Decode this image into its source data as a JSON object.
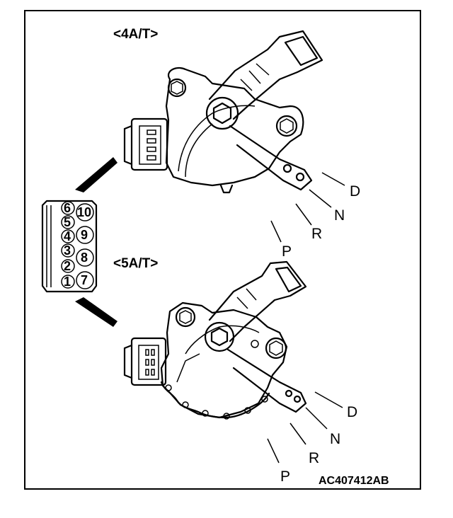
{
  "diagram": {
    "figure_code": "AC407412AB",
    "sections": [
      {
        "title": "<4A/T>",
        "positions": [
          "D",
          "N",
          "R",
          "P"
        ]
      },
      {
        "title": "<5A/T>",
        "positions": [
          "D",
          "N",
          "R",
          "P"
        ]
      }
    ],
    "connector": {
      "pins_left": [
        "6",
        "5",
        "4",
        "3",
        "2",
        "1"
      ],
      "pins_right": [
        "10",
        "9",
        "8",
        "7"
      ]
    }
  }
}
